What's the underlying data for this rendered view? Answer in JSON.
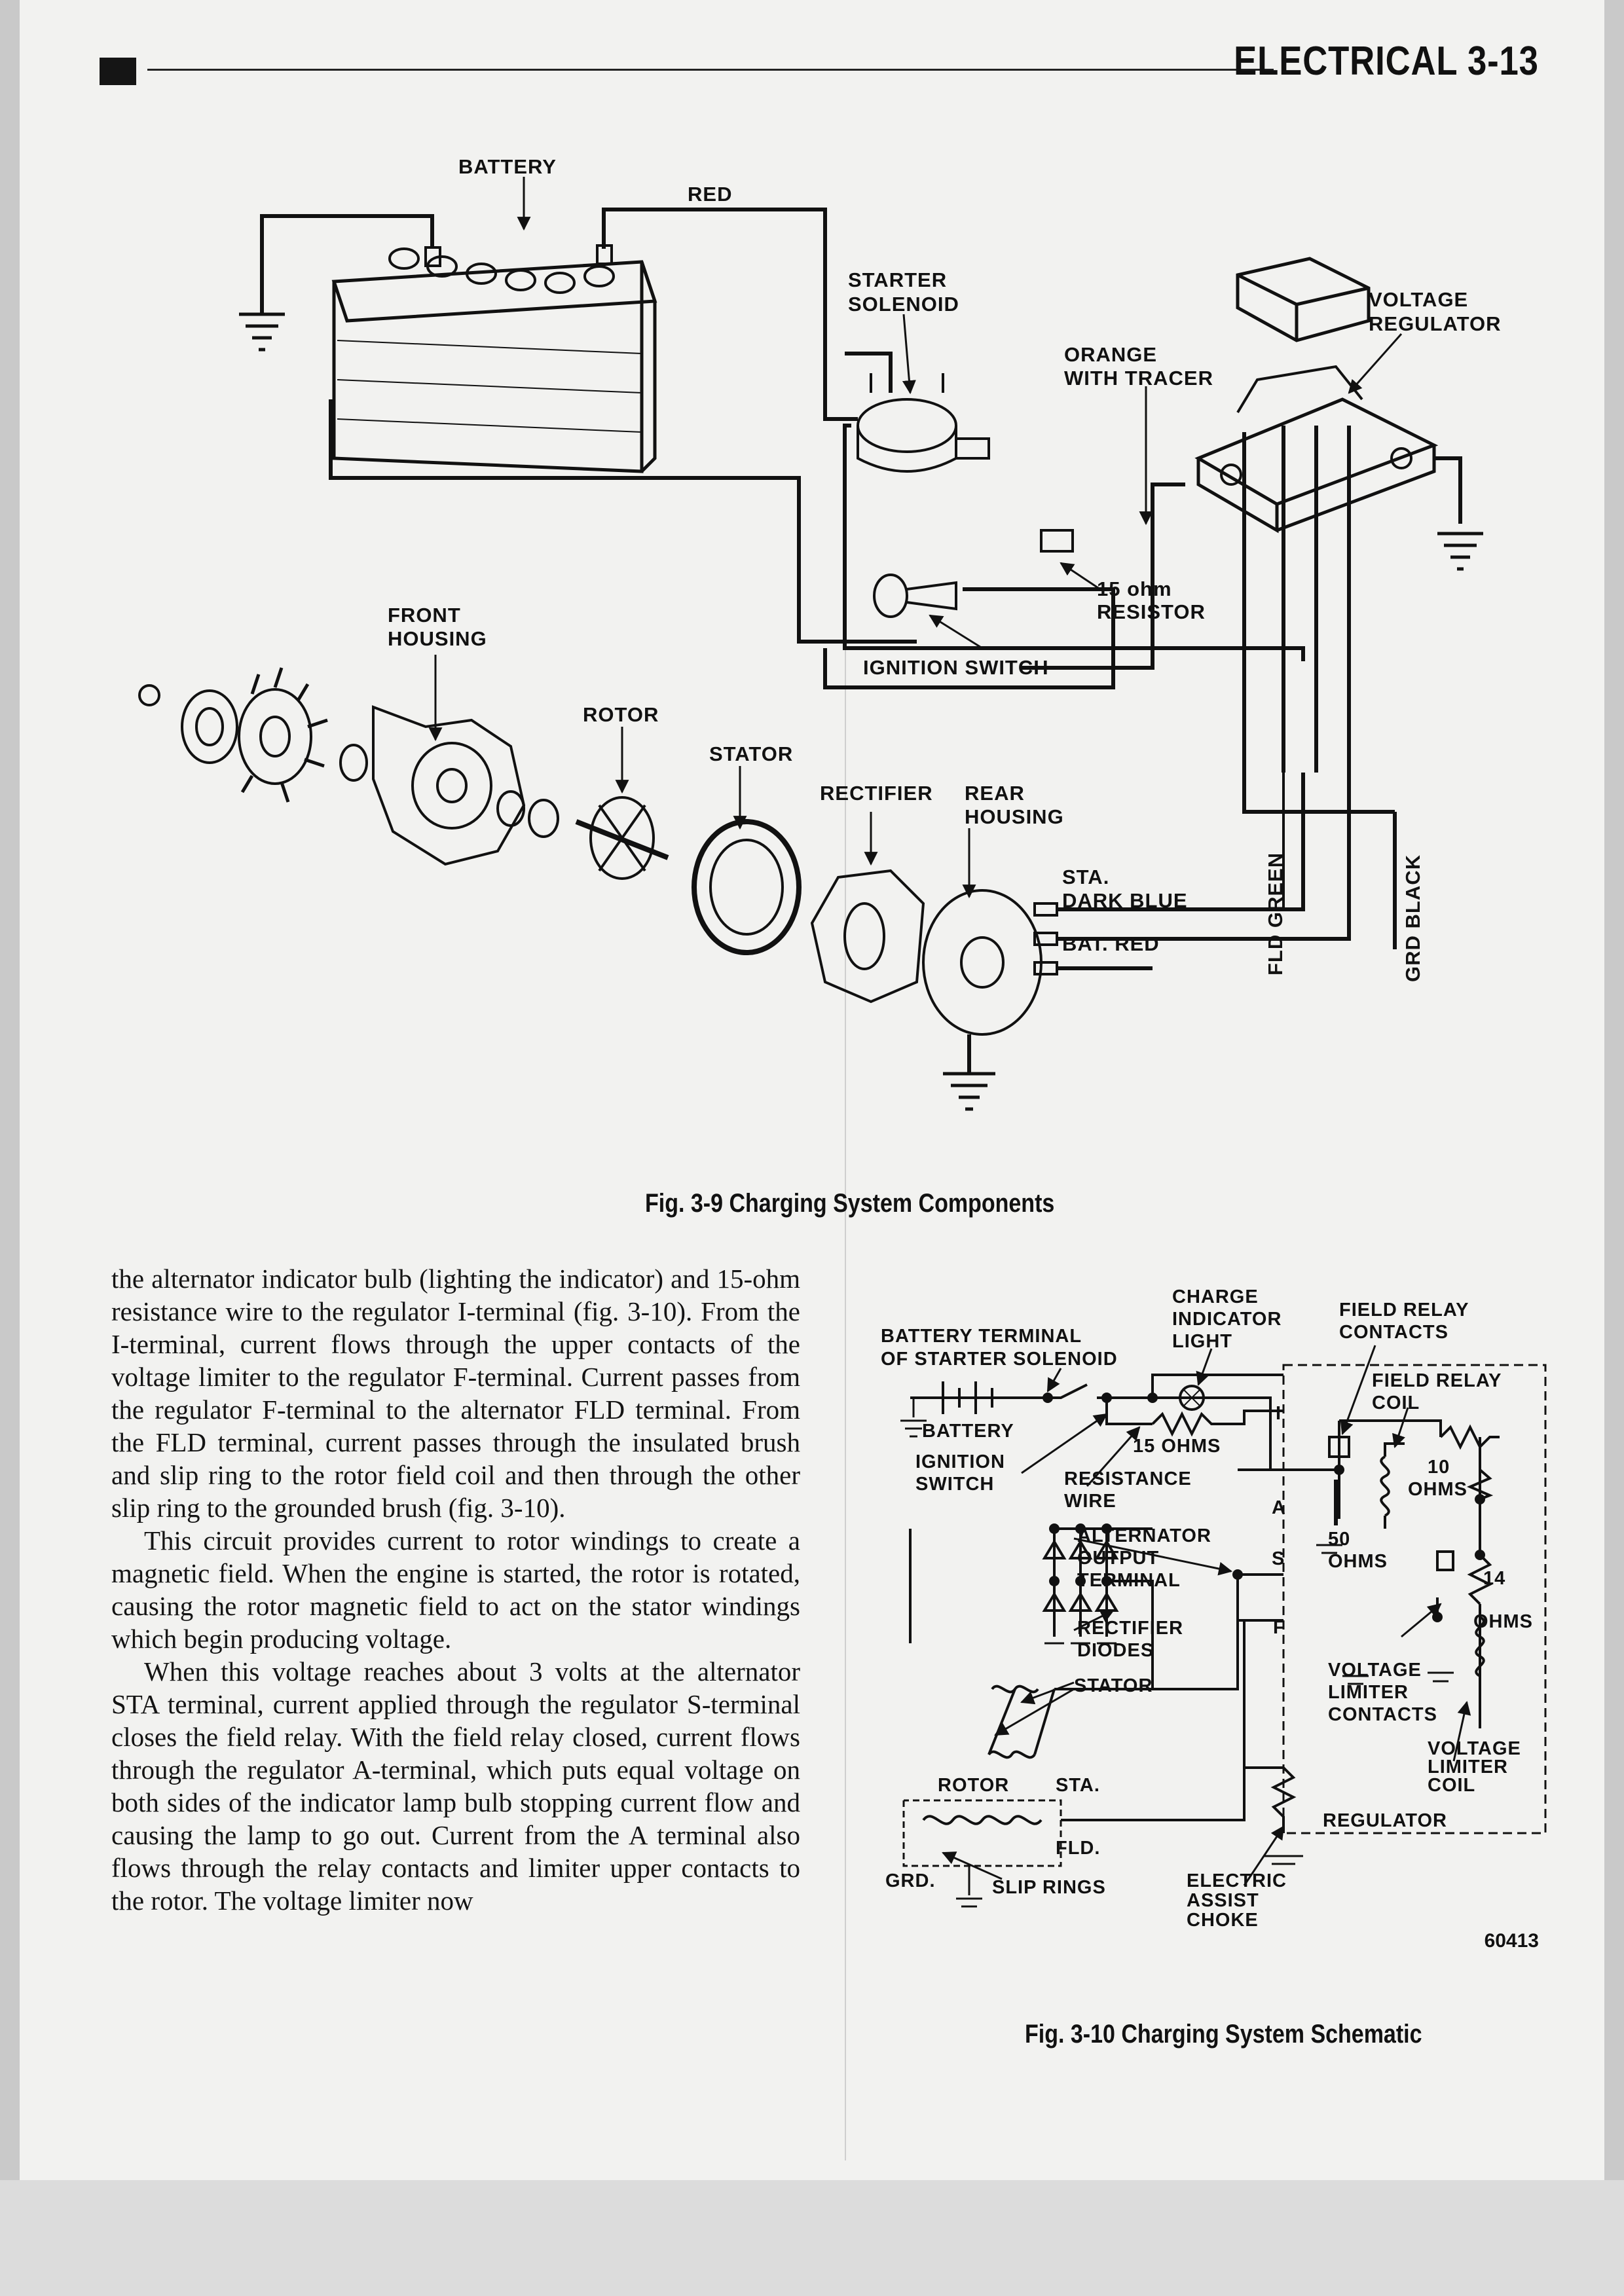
{
  "header": {
    "title": "ELECTRICAL 3-13"
  },
  "fig9": {
    "caption": "Fig. 3-9 Charging System Components",
    "labels": {
      "battery": "BATTERY",
      "red": "RED",
      "starter_solenoid_1": "STARTER",
      "starter_solenoid_2": "SOLENOID",
      "voltage_regulator_1": "VOLTAGE",
      "voltage_regulator_2": "REGULATOR",
      "orange_1": "ORANGE",
      "orange_2": "WITH TRACER",
      "resistor_1": "15 ohm",
      "resistor_2": "RESISTOR",
      "ignition_switch": "IGNITION SWITCH",
      "front_housing_1": "FRONT",
      "front_housing_2": "HOUSING",
      "rotor": "ROTOR",
      "stator": "STATOR",
      "rectifier": "RECTIFIER",
      "rear_housing_1": "REAR",
      "rear_housing_2": "HOUSING",
      "sta_1": "STA.",
      "sta_2": "DARK BLUE",
      "bat": "BAT. RED",
      "fld": "FLD GREEN",
      "grd": "GRD BLACK"
    }
  },
  "fig10": {
    "caption": "Fig. 3-10 Charging System Schematic",
    "number": "60413",
    "labels": {
      "battery_terminal_1": "BATTERY TERMINAL",
      "battery_terminal_2": "OF STARTER SOLENOID",
      "charge_1": "CHARGE",
      "charge_2": "INDICATOR",
      "charge_3": "LIGHT",
      "field_relay_contacts_1": "FIELD RELAY",
      "field_relay_contacts_2": "CONTACTS",
      "field_relay_coil_1": "FIELD RELAY",
      "field_relay_coil_2": "COIL",
      "battery": "BATTERY",
      "ohms15": "15 OHMS",
      "ignition_1": "IGNITION",
      "ignition_2": "SWITCH",
      "resistance_1": "RESISTANCE",
      "resistance_2": "WIRE",
      "ohms10_1": "10",
      "ohms10_2": "OHMS",
      "alternator_1": "ALTERNATOR",
      "alternator_2": "OUTPUT",
      "alternator_3": "TERMINAL",
      "ohms50_1": "50",
      "ohms50_2": "OHMS",
      "ohms14_1": "14",
      "ohms14_2": "OHMS",
      "rectifier_1": "RECTIFIER",
      "rectifier_2": "DIODES",
      "stator": "STATOR",
      "vl_contacts_1": "VOLTAGE",
      "vl_contacts_2": "LIMITER",
      "vl_contacts_3": "CONTACTS",
      "vl_coil_1": "VOLTAGE",
      "vl_coil_2": "LIMITER",
      "vl_coil_3": "COIL",
      "rotor": "ROTOR",
      "sta": "STA.",
      "regulator": "REGULATOR",
      "fld": "FLD.",
      "grd": "GRD.",
      "slip_rings": "SLIP RINGS",
      "choke_1": "ELECTRIC",
      "choke_2": "ASSIST",
      "choke_3": "CHOKE",
      "term_i": "I",
      "term_a": "A",
      "term_s": "S",
      "term_f": "F"
    }
  },
  "body": {
    "p1": "the alternator indicator bulb (lighting the indicator) and 15-ohm resistance wire to the regulator I-terminal (fig. 3-10). From the I-terminal, current flows through the upper contacts of the voltage limiter to the regulator F-terminal. Current passes from the regulator F-terminal to the alternator FLD terminal. From the FLD terminal, current passes through the insulated brush and slip ring to the rotor field coil and then through the other slip ring to the grounded brush (fig. 3-10).",
    "p2": "This circuit provides current to rotor windings to create a magnetic field. When the engine is started, the rotor is rotated, causing the rotor magnetic field to act on the stator windings which begin producing voltage.",
    "p3": "When this voltage reaches about 3 volts at the alternator STA terminal, current applied through the regulator S-terminal closes the field relay. With the field relay closed, current flows through the regulator A-terminal, which puts equal voltage on both sides of the indicator lamp bulb stopping current flow and causing the lamp to go out. Current from the A terminal also flows through the relay contacts and limiter upper contacts to the rotor. The voltage limiter now"
  }
}
